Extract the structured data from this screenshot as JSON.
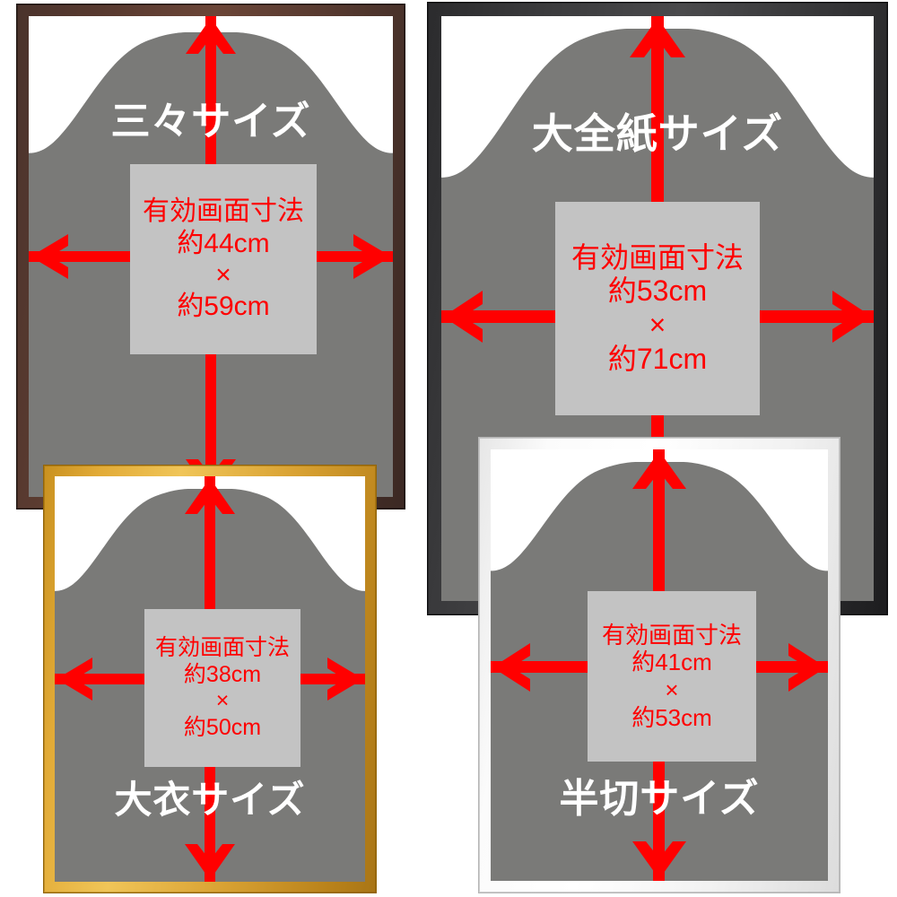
{
  "image": {
    "kind": "product-size-comparison-diagram",
    "background_color": "#ffffff",
    "mat_color": "#7a7a78",
    "dim_box_color": "#c3c3c3",
    "arrow_color": "#ff0000",
    "title_color": "#ffffff"
  },
  "common": {
    "caption": "有効画面寸法",
    "times": "×"
  },
  "frames": [
    {
      "id": "sansan",
      "title": "三々サイズ",
      "frame_color_name": "dark-brown",
      "frame_color": "#5b3b30",
      "width_label": "約44cm",
      "height_label": "約59cm",
      "caption": "有効画面寸法",
      "times": "×"
    },
    {
      "id": "daizenshi",
      "title": "大全紙サイズ",
      "frame_color_name": "black",
      "frame_color": "#343436",
      "width_label": "約53cm",
      "height_label": "約71cm",
      "caption": "有効画面寸法",
      "times": "×"
    },
    {
      "id": "daigoromo",
      "title": "大衣サイズ",
      "frame_color_name": "gold",
      "frame_color": "#dda93a",
      "width_label": "約38cm",
      "height_label": "約50cm",
      "caption": "有効画面寸法",
      "times": "×"
    },
    {
      "id": "hankiri",
      "title": "半切サイズ",
      "frame_color_name": "white",
      "frame_color": "#f4f4f4",
      "width_label": "約41cm",
      "height_label": "約53cm",
      "caption": "有効画面寸法",
      "times": "×"
    }
  ]
}
